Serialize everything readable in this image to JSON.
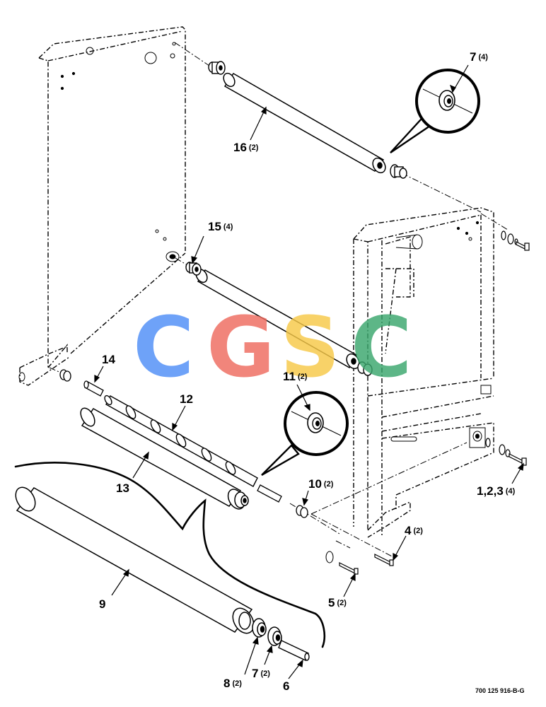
{
  "diagram": {
    "callouts": [
      {
        "id": "c7top",
        "num": "7",
        "qty": "(4)"
      },
      {
        "id": "c16",
        "num": "16",
        "qty": "(2)"
      },
      {
        "id": "c15",
        "num": "15",
        "qty": "(4)"
      },
      {
        "id": "c14",
        "num": "14",
        "qty": ""
      },
      {
        "id": "c12",
        "num": "12",
        "qty": ""
      },
      {
        "id": "c11",
        "num": "11",
        "qty": "(2)"
      },
      {
        "id": "c13",
        "num": "13",
        "qty": ""
      },
      {
        "id": "c10",
        "num": "10",
        "qty": "(2)"
      },
      {
        "id": "c123",
        "num": "1,2,3",
        "qty": "(4)"
      },
      {
        "id": "c4",
        "num": "4",
        "qty": "(2)"
      },
      {
        "id": "c5",
        "num": "5",
        "qty": "(2)"
      },
      {
        "id": "c9",
        "num": "9",
        "qty": ""
      },
      {
        "id": "c8",
        "num": "8",
        "qty": "(2)"
      },
      {
        "id": "c7bot",
        "num": "7",
        "qty": "(2)"
      },
      {
        "id": "c6",
        "num": "6",
        "qty": ""
      }
    ],
    "drawing_code": "700 125 916-B-G",
    "watermark": {
      "letters": [
        "C",
        "G",
        "S",
        "C"
      ],
      "colors": [
        "#4f8ef7",
        "#ef6b5f",
        "#f7c948",
        "#3aa76d"
      ]
    }
  }
}
